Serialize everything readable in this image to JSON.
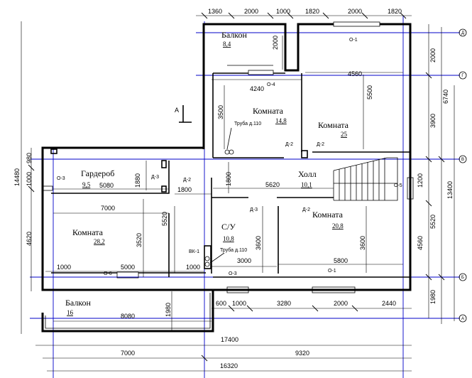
{
  "rooms": {
    "balcony_top": {
      "name": "Балкон",
      "area": "8,4"
    },
    "room_upper_left": {
      "name": "Комната",
      "area": "14,8"
    },
    "room_upper_right": {
      "name": "Комната",
      "area": "25"
    },
    "wardrobe": {
      "name": "Гардероб",
      "area": "9,5"
    },
    "hall": {
      "name": "Холл",
      "area": "10,1"
    },
    "room_left": {
      "name": "Комната",
      "area": "28,2"
    },
    "bathroom": {
      "name": "С/У",
      "area": "10,8"
    },
    "room_right": {
      "name": "Комната",
      "area": "20,8"
    },
    "balcony_bottom": {
      "name": "Балкон",
      "area": "16"
    }
  },
  "labels": {
    "pipe1": "Труба д.110",
    "pipe2": "Труба д.110",
    "vk": "ВК-1",
    "section": "А",
    "o1_top": "О-1",
    "o4": "О-4",
    "o3_left": "О-3",
    "o5": "О-5",
    "o6": "О-6",
    "o3_bottom": "О-3",
    "o1_bottom": "О-1",
    "d3_a": "Д-3",
    "d2_a": "Д-2",
    "d2_b": "Д-2",
    "d2_c": "Д-2",
    "d3_b": "Д-3",
    "d2_d": "Д-2"
  },
  "axes": [
    "Д",
    "Г",
    "В",
    "Б",
    "А"
  ],
  "dims": {
    "top": [
      "1360",
      "2000",
      "1000",
      "1820",
      "2000",
      "1820"
    ],
    "d2000_balc": "2000",
    "d4560": "4560",
    "d4240": "4240",
    "d5500": "5500",
    "d3500": "3500",
    "d1800a": "1800",
    "d5080": "5080",
    "d1880": "1880",
    "d1800b": "1800",
    "d5620": "5620",
    "d7000_in": "7000",
    "d5520_in": "5520",
    "d3520": "3520",
    "d3600a": "3600",
    "d3600b": "3600",
    "d3000": "3000",
    "d5800": "5800",
    "d1000a": "1000",
    "d5000": "5000",
    "d1000b": "1000",
    "d1980_in": "1980",
    "d8080": "8080",
    "bottom_row": [
      "600",
      "1000",
      "3280",
      "2000",
      "2440"
    ],
    "d17400": "17400",
    "d7000": "7000",
    "d9320": "9320",
    "d16320": "16320",
    "right_col": [
      "2000",
      "6740",
      "3900",
      "1200",
      "5520",
      "4560",
      "1980"
    ],
    "d13400": "13400",
    "left_col": [
      "14480",
      "980",
      "1000",
      "4620"
    ]
  }
}
